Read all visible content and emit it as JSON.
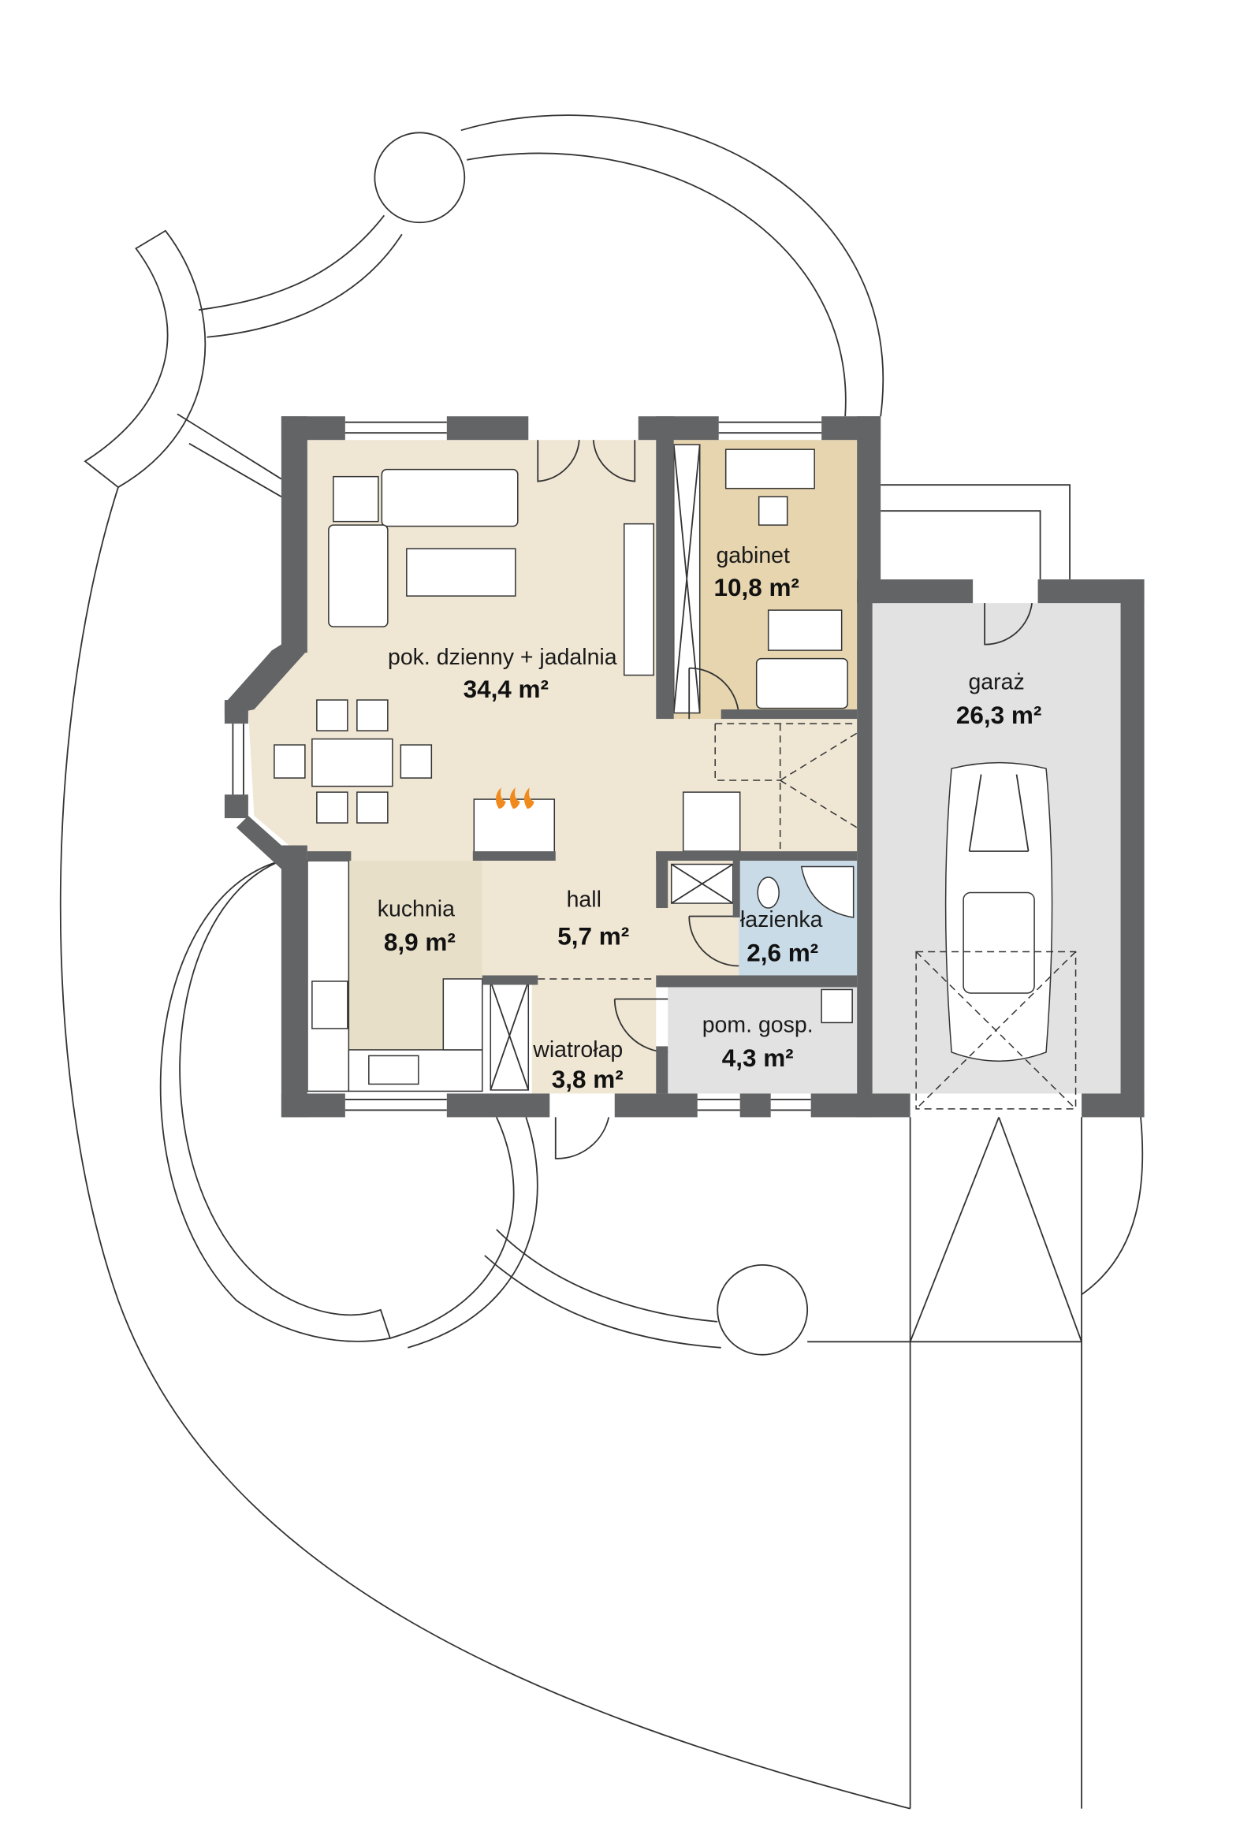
{
  "colors": {
    "living": "#efe6d4",
    "office": "#e6d5ae",
    "utility": "#e2e2e2",
    "bathroom": "#c9dbe6",
    "wall": "#636466",
    "flame": "#f08a1c"
  },
  "rooms": [
    {
      "id": "living",
      "name": "pok. dzienny + jadalnia",
      "area": "34,4 m²"
    },
    {
      "id": "office",
      "name": "gabinet",
      "area": "10,8 m²"
    },
    {
      "id": "garage",
      "name": "garaż",
      "area": "26,3 m²"
    },
    {
      "id": "kitchen",
      "name": "kuchnia",
      "area": "8,9 m²"
    },
    {
      "id": "hall",
      "name": "hall",
      "area": "5,7 m²"
    },
    {
      "id": "bathroom",
      "name": "łazienka",
      "area": "2,6 m²"
    },
    {
      "id": "utility",
      "name": "pom. gosp.",
      "area": "4,3 m²"
    },
    {
      "id": "vestibule",
      "name": "wiatrołap",
      "area": "3,8 m²"
    }
  ]
}
